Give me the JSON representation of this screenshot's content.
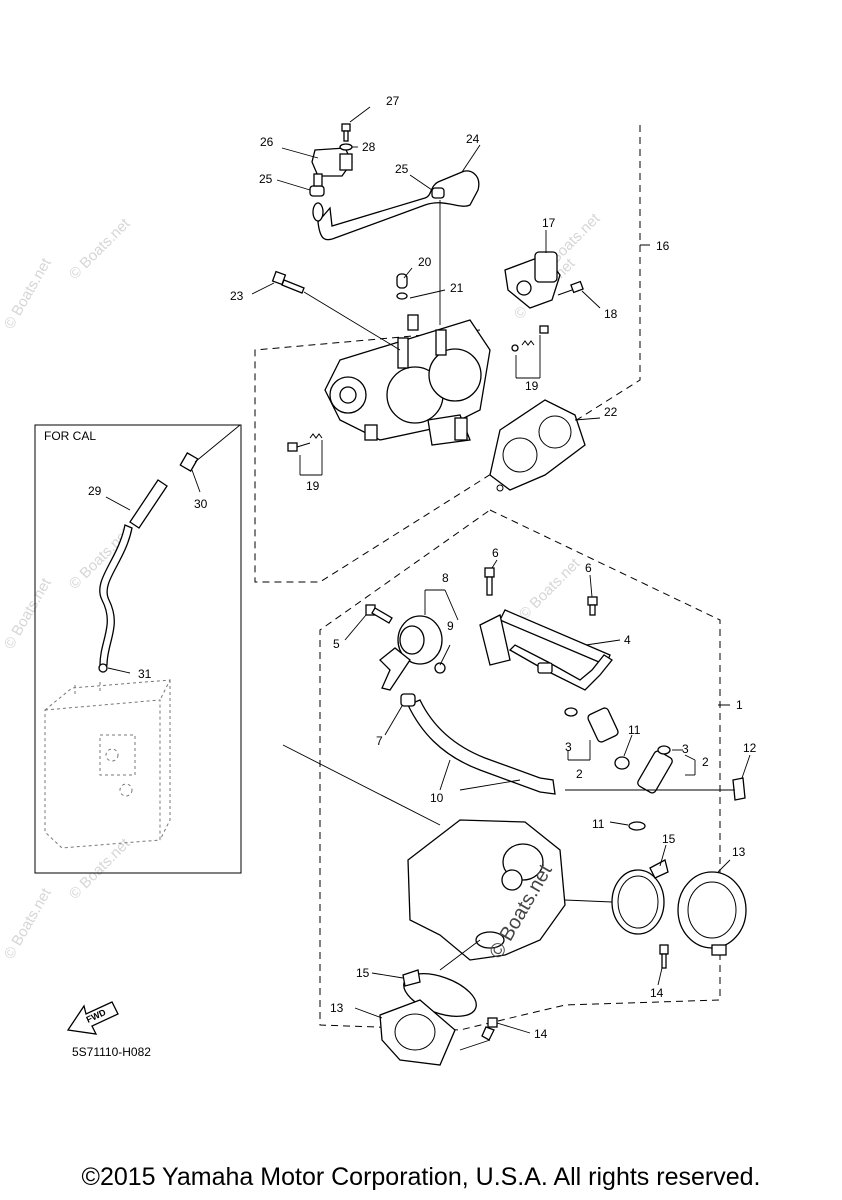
{
  "diagram": {
    "callouts": [
      "27",
      "26",
      "28",
      "24",
      "25",
      "25",
      "17",
      "16",
      "20",
      "21",
      "23",
      "18",
      "19",
      "22",
      "19",
      "30",
      "29",
      "8",
      "6",
      "6",
      "5",
      "9",
      "4",
      "1",
      "7",
      "3",
      "11",
      "3",
      "2",
      "2",
      "12",
      "10",
      "11",
      "15",
      "13",
      "31",
      "15",
      "14",
      "13",
      "14"
    ],
    "for_cal_label": "FOR CAL",
    "fwd_label": "FWD",
    "drawing_code": "5S71110-H082",
    "watermark": "© Boats.net",
    "watermark_center": "© Boats.net"
  },
  "footer": {
    "copyright": "©2015 Yamaha Motor Corporation, U.S.A. All rights reserved."
  }
}
